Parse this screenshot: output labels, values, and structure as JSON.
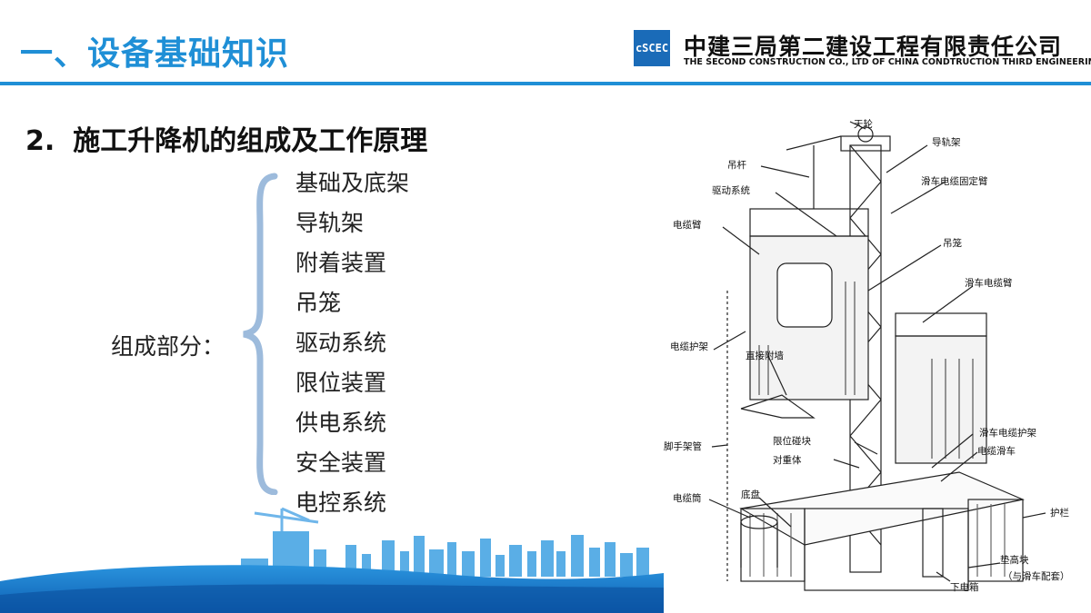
{
  "header": {
    "title": "一、设备基础知识",
    "company_cn": "中建三局第二建设工程有限责任公司",
    "company_en": "THE SECOND CONSTRUCTION CO., LTD OF CHINA CONDTRUCTION THIRD ENGINEERING BUREAU",
    "logo_text": "cSCEC",
    "accent_color": "#1f8fd6"
  },
  "section": {
    "number": "2.",
    "title": "施工升降机的组成及工作原理"
  },
  "composition": {
    "label": "组成部分：",
    "items": [
      "基础及底架",
      "导轨架",
      "附着装置",
      "吊笼",
      "驱动系统",
      "限位装置",
      "供电系统",
      "安全装置",
      "电控系统"
    ]
  },
  "diagram": {
    "labels": {
      "tianlun": "天轮",
      "daoguijia": "导轨架",
      "diaogan": "吊杆",
      "huache_dianlan_guding": "滑车电缆固定臂",
      "qudong": "驱动系统",
      "dianlanbi": "电缆臂",
      "diaolong": "吊笼",
      "huache_dianlanbi": "滑车电缆臂",
      "dianlan_hujia": "电缆护架",
      "zhijie_fuqiang": "直接附墙",
      "jiaoshoujia": "脚手架管",
      "xianwei": "限位碰块",
      "duizhongti": "对重体",
      "huache_hujia": "滑车电缆护架",
      "dianlan_huache": "电缆滑车",
      "dianlantong": "电缆筒",
      "dipan": "底盘",
      "hulan": "护栏",
      "xiadianxiang": "下电箱",
      "diangaokuai": "垫高块",
      "peitao": "（与滑车配套）"
    }
  }
}
